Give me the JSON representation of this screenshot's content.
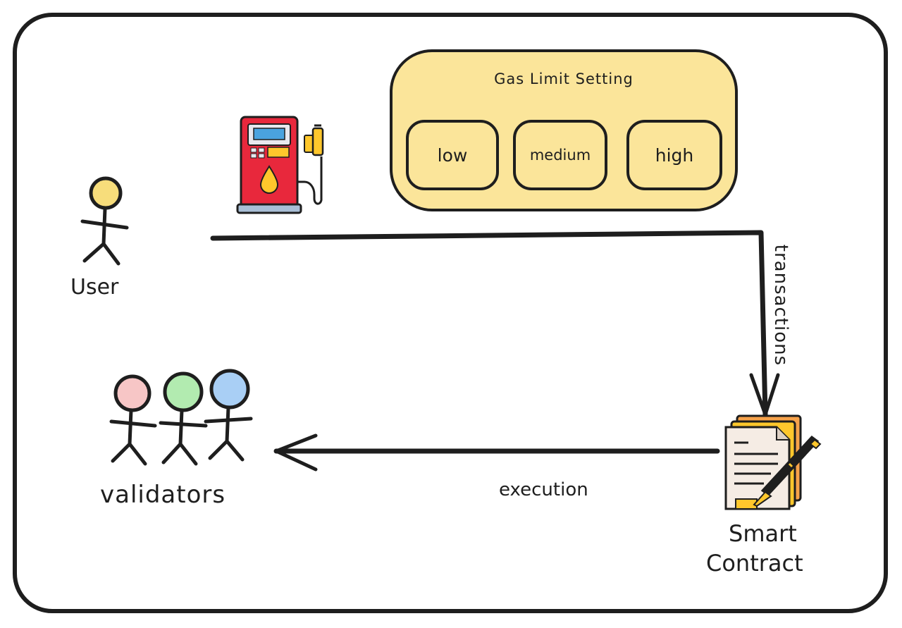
{
  "diagram": {
    "gas_panel": {
      "title": "Gas Limit Setting",
      "options": [
        "low",
        "medium",
        "high"
      ],
      "fill_color": "#fbe59a"
    },
    "actors": {
      "user_label": "User",
      "validators_label": "validators",
      "smart_contract_label_line1": "Smart",
      "smart_contract_label_line2": "Contract"
    },
    "edges": {
      "transactions_label": "transactions",
      "execution_label": "execution"
    },
    "icons": [
      "gas-pump-icon",
      "smart-contract-document-icon",
      "fountain-pen-icon"
    ],
    "colors": {
      "stroke": "#1e1e1e",
      "user_head": "#f7dd7b",
      "validator_heads": [
        "#f7c6c6",
        "#b2ebb0",
        "#a9cff5"
      ],
      "pump_body": "#e8283c",
      "pump_screen": "#4aa3df",
      "pump_accent": "#ffc72c",
      "document_pages": "#f7a24a"
    }
  }
}
